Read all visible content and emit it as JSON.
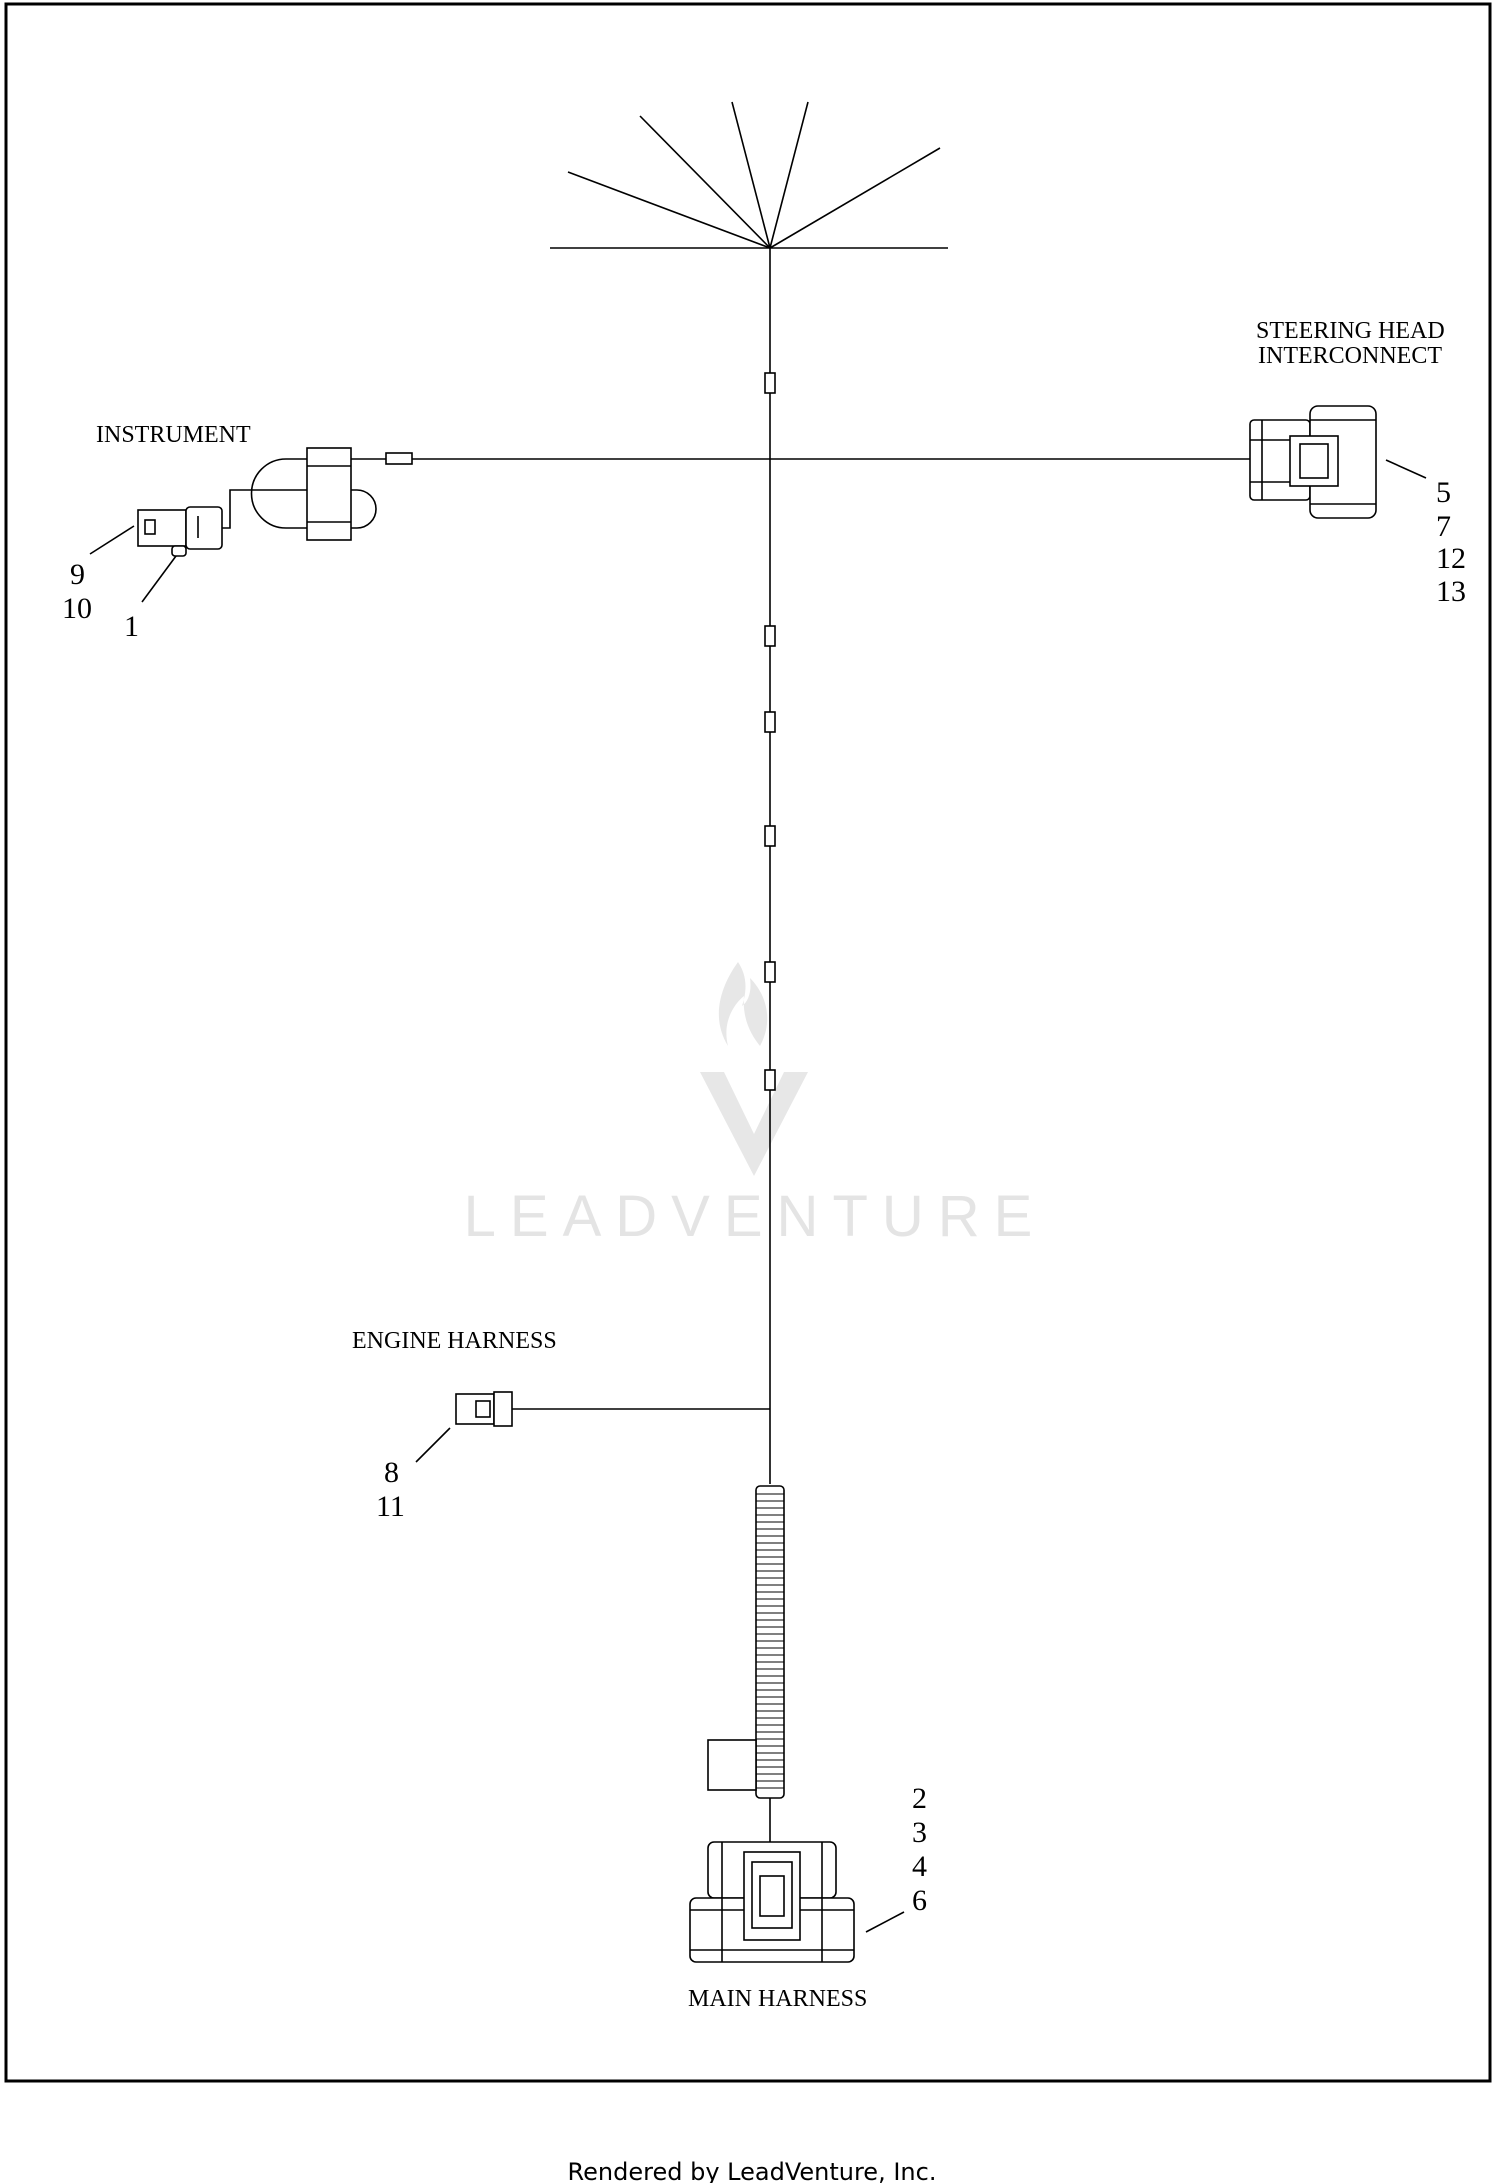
{
  "labels": {
    "instrument": "INSTRUMENT",
    "steering_line1": "STEERING HEAD",
    "steering_line2": "INTERCONNECT",
    "engine_harness": "ENGINE HARNESS",
    "main_harness": "MAIN HARNESS"
  },
  "callouts": {
    "instrument_left": [
      "9",
      "10"
    ],
    "instrument_right": [
      "1"
    ],
    "steering": [
      "5",
      "7",
      "12",
      "13"
    ],
    "engine": [
      "8",
      "11"
    ],
    "main": [
      "2",
      "3",
      "4",
      "6"
    ]
  },
  "watermark": "LEADVENTURE",
  "footer": "Rendered by LeadVenture, Inc."
}
